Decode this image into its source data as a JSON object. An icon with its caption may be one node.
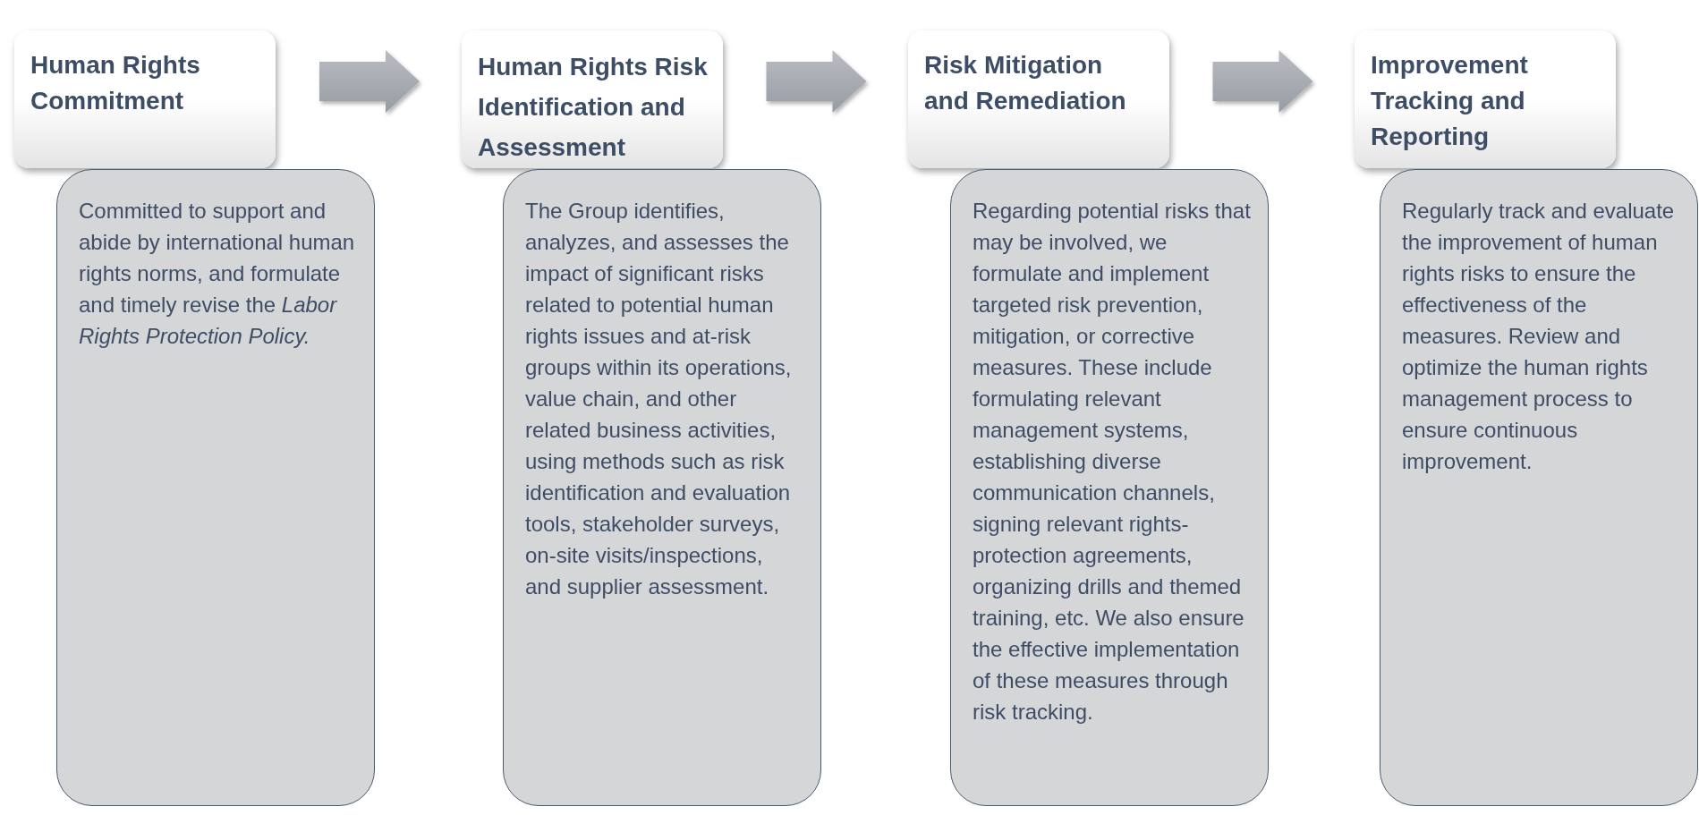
{
  "diagram": {
    "nodes": [
      {
        "text": [
          "Human Rights Commitment"
        ]
      },
      {
        "text": [
          "Committed to support and abide by international human rights norms, and formulate and timely revise the *Labor Rights Protection Policy.*"
        ]
      },
      {
        "text": [
          "Human Rights Risk Identification and Assessment"
        ]
      },
      {
        "text": [
          "The Group identifies, analyzes, and assesses the impact of significant risks related to potential human rights issues and at-risk groups within its operations, value chain, and other related business activities, using methods such as risk identification and evaluation tools, stakeholder surveys, on-site visits/inspections, and supplier assessment."
        ]
      },
      {
        "text": [
          "Risk Mitigation and Remediation"
        ]
      },
      {
        "text": [
          "Regarding potential risks that may be involved, we formulate and implement targeted risk prevention, mitigation, or corrective measures. These include formulating relevant management systems, establishing diverse communication channels, signing relevant rights-protection agreements, organizing drills and themed training, etc. We also ensure the effective implementation of these measures through risk tracking."
        ]
      },
      {
        "text": [
          "Improvement Tracking and Reporting"
        ]
      },
      {
        "text": [
          "Regularly track and evaluate the improvement of human rights risks to ensure the effectiveness of the measures. Review and optimize the human rights management process to ensure continuous improvement."
        ]
      }
    ],
    "edges": [
      {
        "from": 0,
        "to": 2,
        "arrow": "to"
      },
      {
        "from": 2,
        "to": 4,
        "arrow": "to"
      },
      {
        "from": 4,
        "to": 6,
        "arrow": "to"
      }
    ]
  }
}
